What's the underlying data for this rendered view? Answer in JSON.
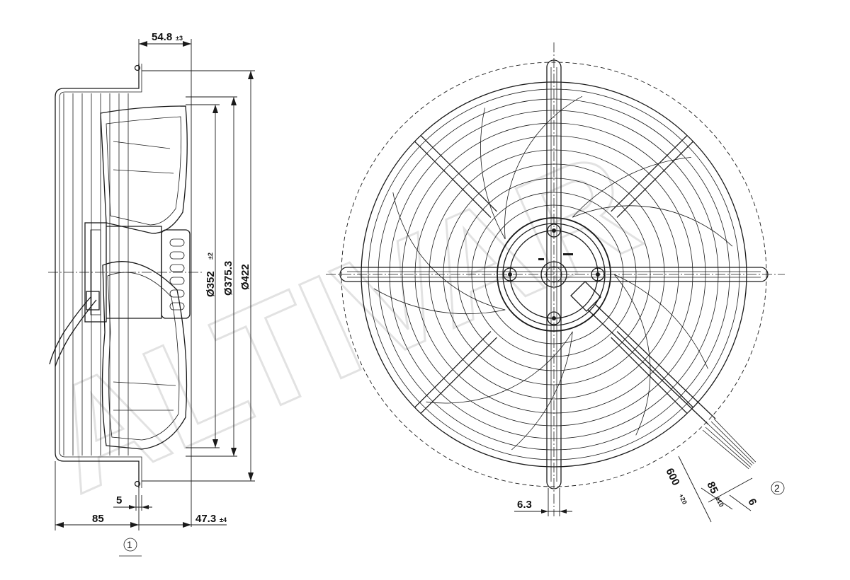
{
  "watermark": "ALTIVAR",
  "side_view": {
    "dims": {
      "offset_top": "54.8",
      "offset_top_tol": "±3",
      "dia_1": "Ø352",
      "dia_1_tol": "±2",
      "dia_2": "Ø375.3",
      "dia_3": "Ø422",
      "gap": "5",
      "depth": "85",
      "hub": "47.3",
      "hub_tol": "±4"
    },
    "callout": "1"
  },
  "front_view": {
    "dims": {
      "bar": "6.3",
      "cable_length": "600",
      "cable_length_tol": "+20",
      "strip_length": "85",
      "strip_length_tol": "±10",
      "end_length": "6"
    },
    "callout": "2"
  }
}
